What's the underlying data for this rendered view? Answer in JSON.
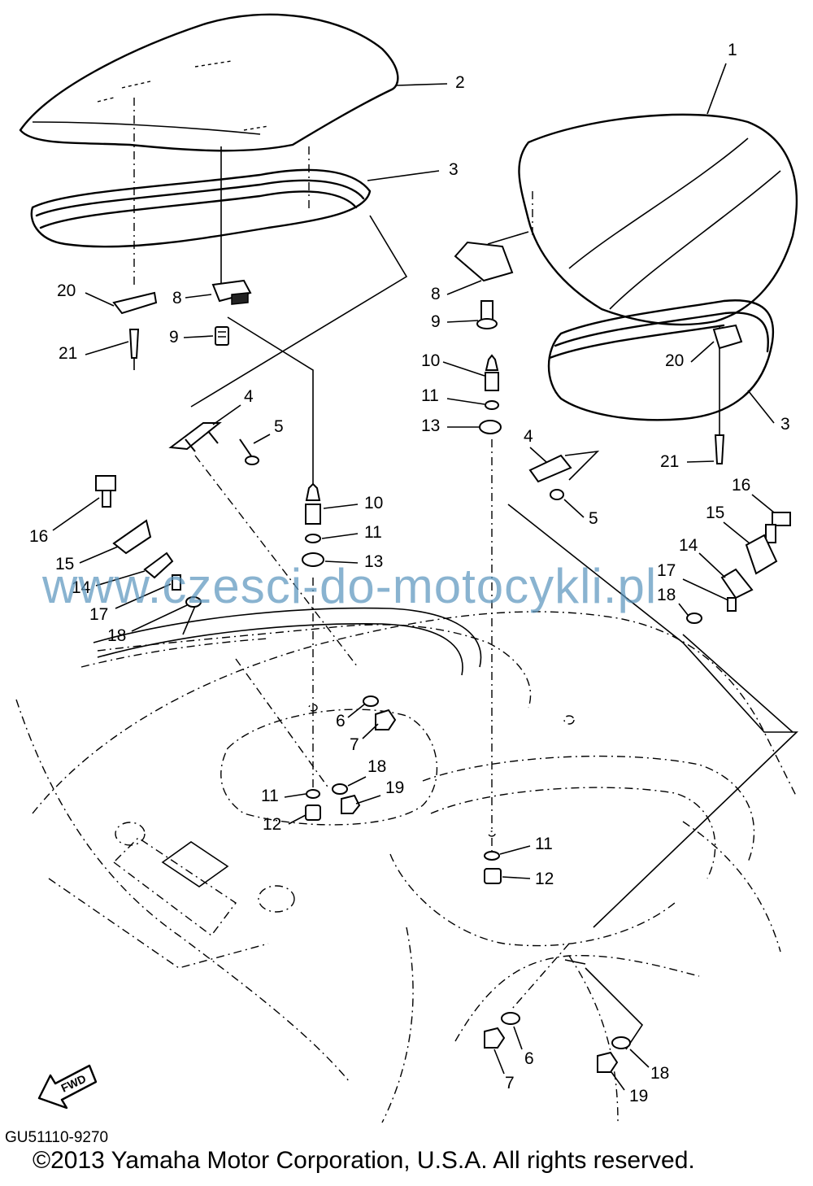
{
  "callouts": [
    {
      "label": "1"
    },
    {
      "label": "2"
    },
    {
      "label": "3"
    },
    {
      "label": "3"
    },
    {
      "label": "4"
    },
    {
      "label": "4"
    },
    {
      "label": "5"
    },
    {
      "label": "5"
    },
    {
      "label": "6"
    },
    {
      "label": "6"
    },
    {
      "label": "7"
    },
    {
      "label": "7"
    },
    {
      "label": "8"
    },
    {
      "label": "8"
    },
    {
      "label": "9"
    },
    {
      "label": "9"
    },
    {
      "label": "10"
    },
    {
      "label": "10"
    },
    {
      "label": "11"
    },
    {
      "label": "11"
    },
    {
      "label": "11"
    },
    {
      "label": "11"
    },
    {
      "label": "12"
    },
    {
      "label": "12"
    },
    {
      "label": "13"
    },
    {
      "label": "13"
    },
    {
      "label": "14"
    },
    {
      "label": "14"
    },
    {
      "label": "15"
    },
    {
      "label": "15"
    },
    {
      "label": "16"
    },
    {
      "label": "16"
    },
    {
      "label": "17"
    },
    {
      "label": "17"
    },
    {
      "label": "18"
    },
    {
      "label": "18"
    },
    {
      "label": "18"
    },
    {
      "label": "18"
    },
    {
      "label": "19"
    },
    {
      "label": "19"
    },
    {
      "label": "20"
    },
    {
      "label": "20"
    },
    {
      "label": "21"
    },
    {
      "label": "21"
    }
  ],
  "fwd_label": "FWD",
  "watermark": "www.czesci-do-motocykli.pl",
  "drawing_code": "GU51110-9270",
  "copyright": "©2013 Yamaha Motor Corporation, U.S.A. All rights reserved."
}
